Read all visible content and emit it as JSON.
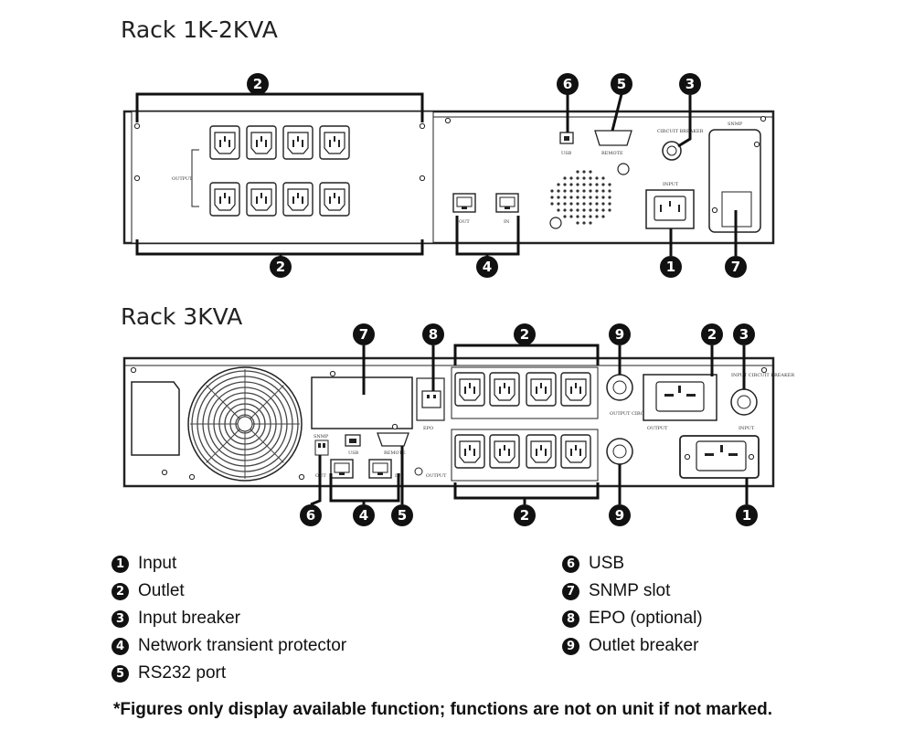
{
  "sections": {
    "rack_1k_2kva": {
      "title": "Rack 1K-2KVA",
      "labels": {
        "output": "OUTPUT",
        "usb": "USB",
        "remote": "REMOTE",
        "circuit_breaker": "CIRCUIT BREAKER",
        "input": "INPUT",
        "snmp": "SNMP",
        "out": "OUT",
        "in": "IN"
      }
    },
    "rack_3kva": {
      "title": "Rack 3KVA",
      "labels": {
        "snmp": "SNMP",
        "usb": "USB",
        "remote": "REMOTE",
        "epo": "EPO",
        "output": "OUTPUT",
        "output_circuit_breaker": "OUTPUT CIRCUIT BREAKER",
        "input": "INPUT",
        "input_circuit_breaker": "INPUT CIRCUIT BREAKER",
        "out": "OUT",
        "in": "IN"
      }
    }
  },
  "legend": [
    {
      "number": "1",
      "label": "Input"
    },
    {
      "number": "2",
      "label": "Outlet"
    },
    {
      "number": "3",
      "label": "Input breaker"
    },
    {
      "number": "4",
      "label": "Network transient protector"
    },
    {
      "number": "5",
      "label": "RS232 port"
    },
    {
      "number": "6",
      "label": "USB"
    },
    {
      "number": "7",
      "label": "SNMP slot"
    },
    {
      "number": "8",
      "label": "EPO (optional)"
    },
    {
      "number": "9",
      "label": "Outlet breaker"
    }
  ],
  "footnote": "*Figures only display available function; functions are not on unit if not marked."
}
